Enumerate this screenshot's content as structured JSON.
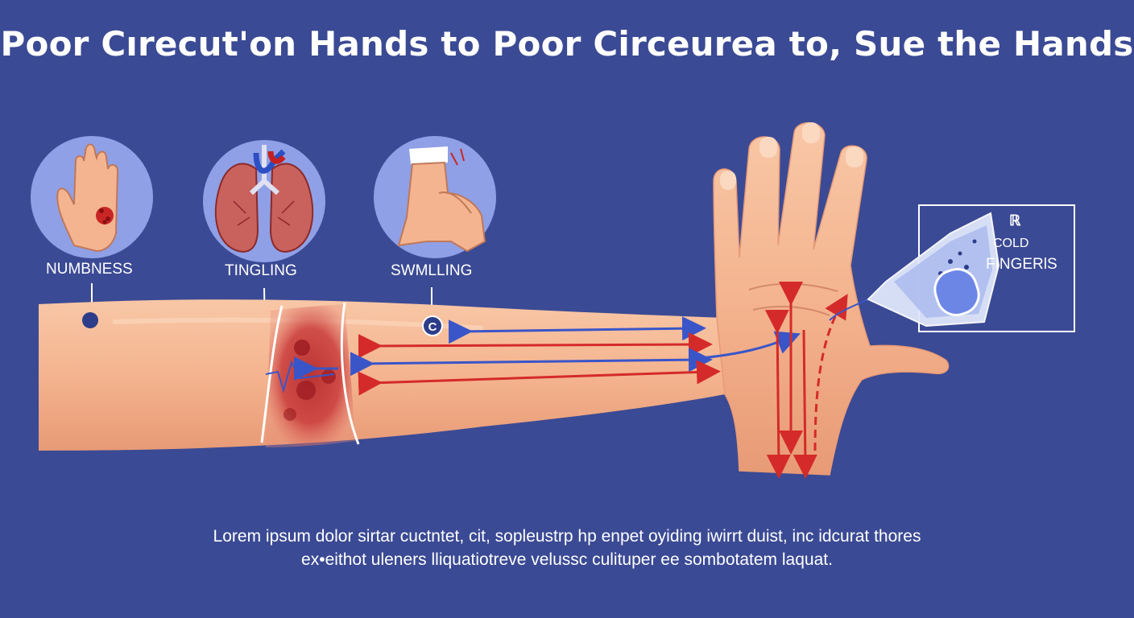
{
  "title": "Poor Cırecut'on Hands to Poor Circeurea to, Sue the Hands",
  "symptoms": [
    {
      "label": "NUMBNESS",
      "icon": "hand-rash-icon"
    },
    {
      "label": "TINGLING",
      "icon": "lungs-icon"
    },
    {
      "label": "SWMLLING",
      "icon": "hands-bandage-icon"
    }
  ],
  "marker_c": "C",
  "callout": {
    "symbol": "ℝ",
    "line1": "COLD",
    "line2": "FINGERlS"
  },
  "caption": {
    "line1": "Lorem ipsum dolor sirtar cuctntet, cit, sopleustrp hp enpet oyiding iwirrt duist, inc idcurat thores",
    "line2": "ex•eithot uleners lliquatiotreve velussc culituper ee sombotatem laquat."
  },
  "colors": {
    "background": "#3b4a94",
    "skin": "#f4b48f",
    "artery": "#d42a2a",
    "vein": "#3a55c8",
    "icon_circle": "#8fa0e6"
  }
}
